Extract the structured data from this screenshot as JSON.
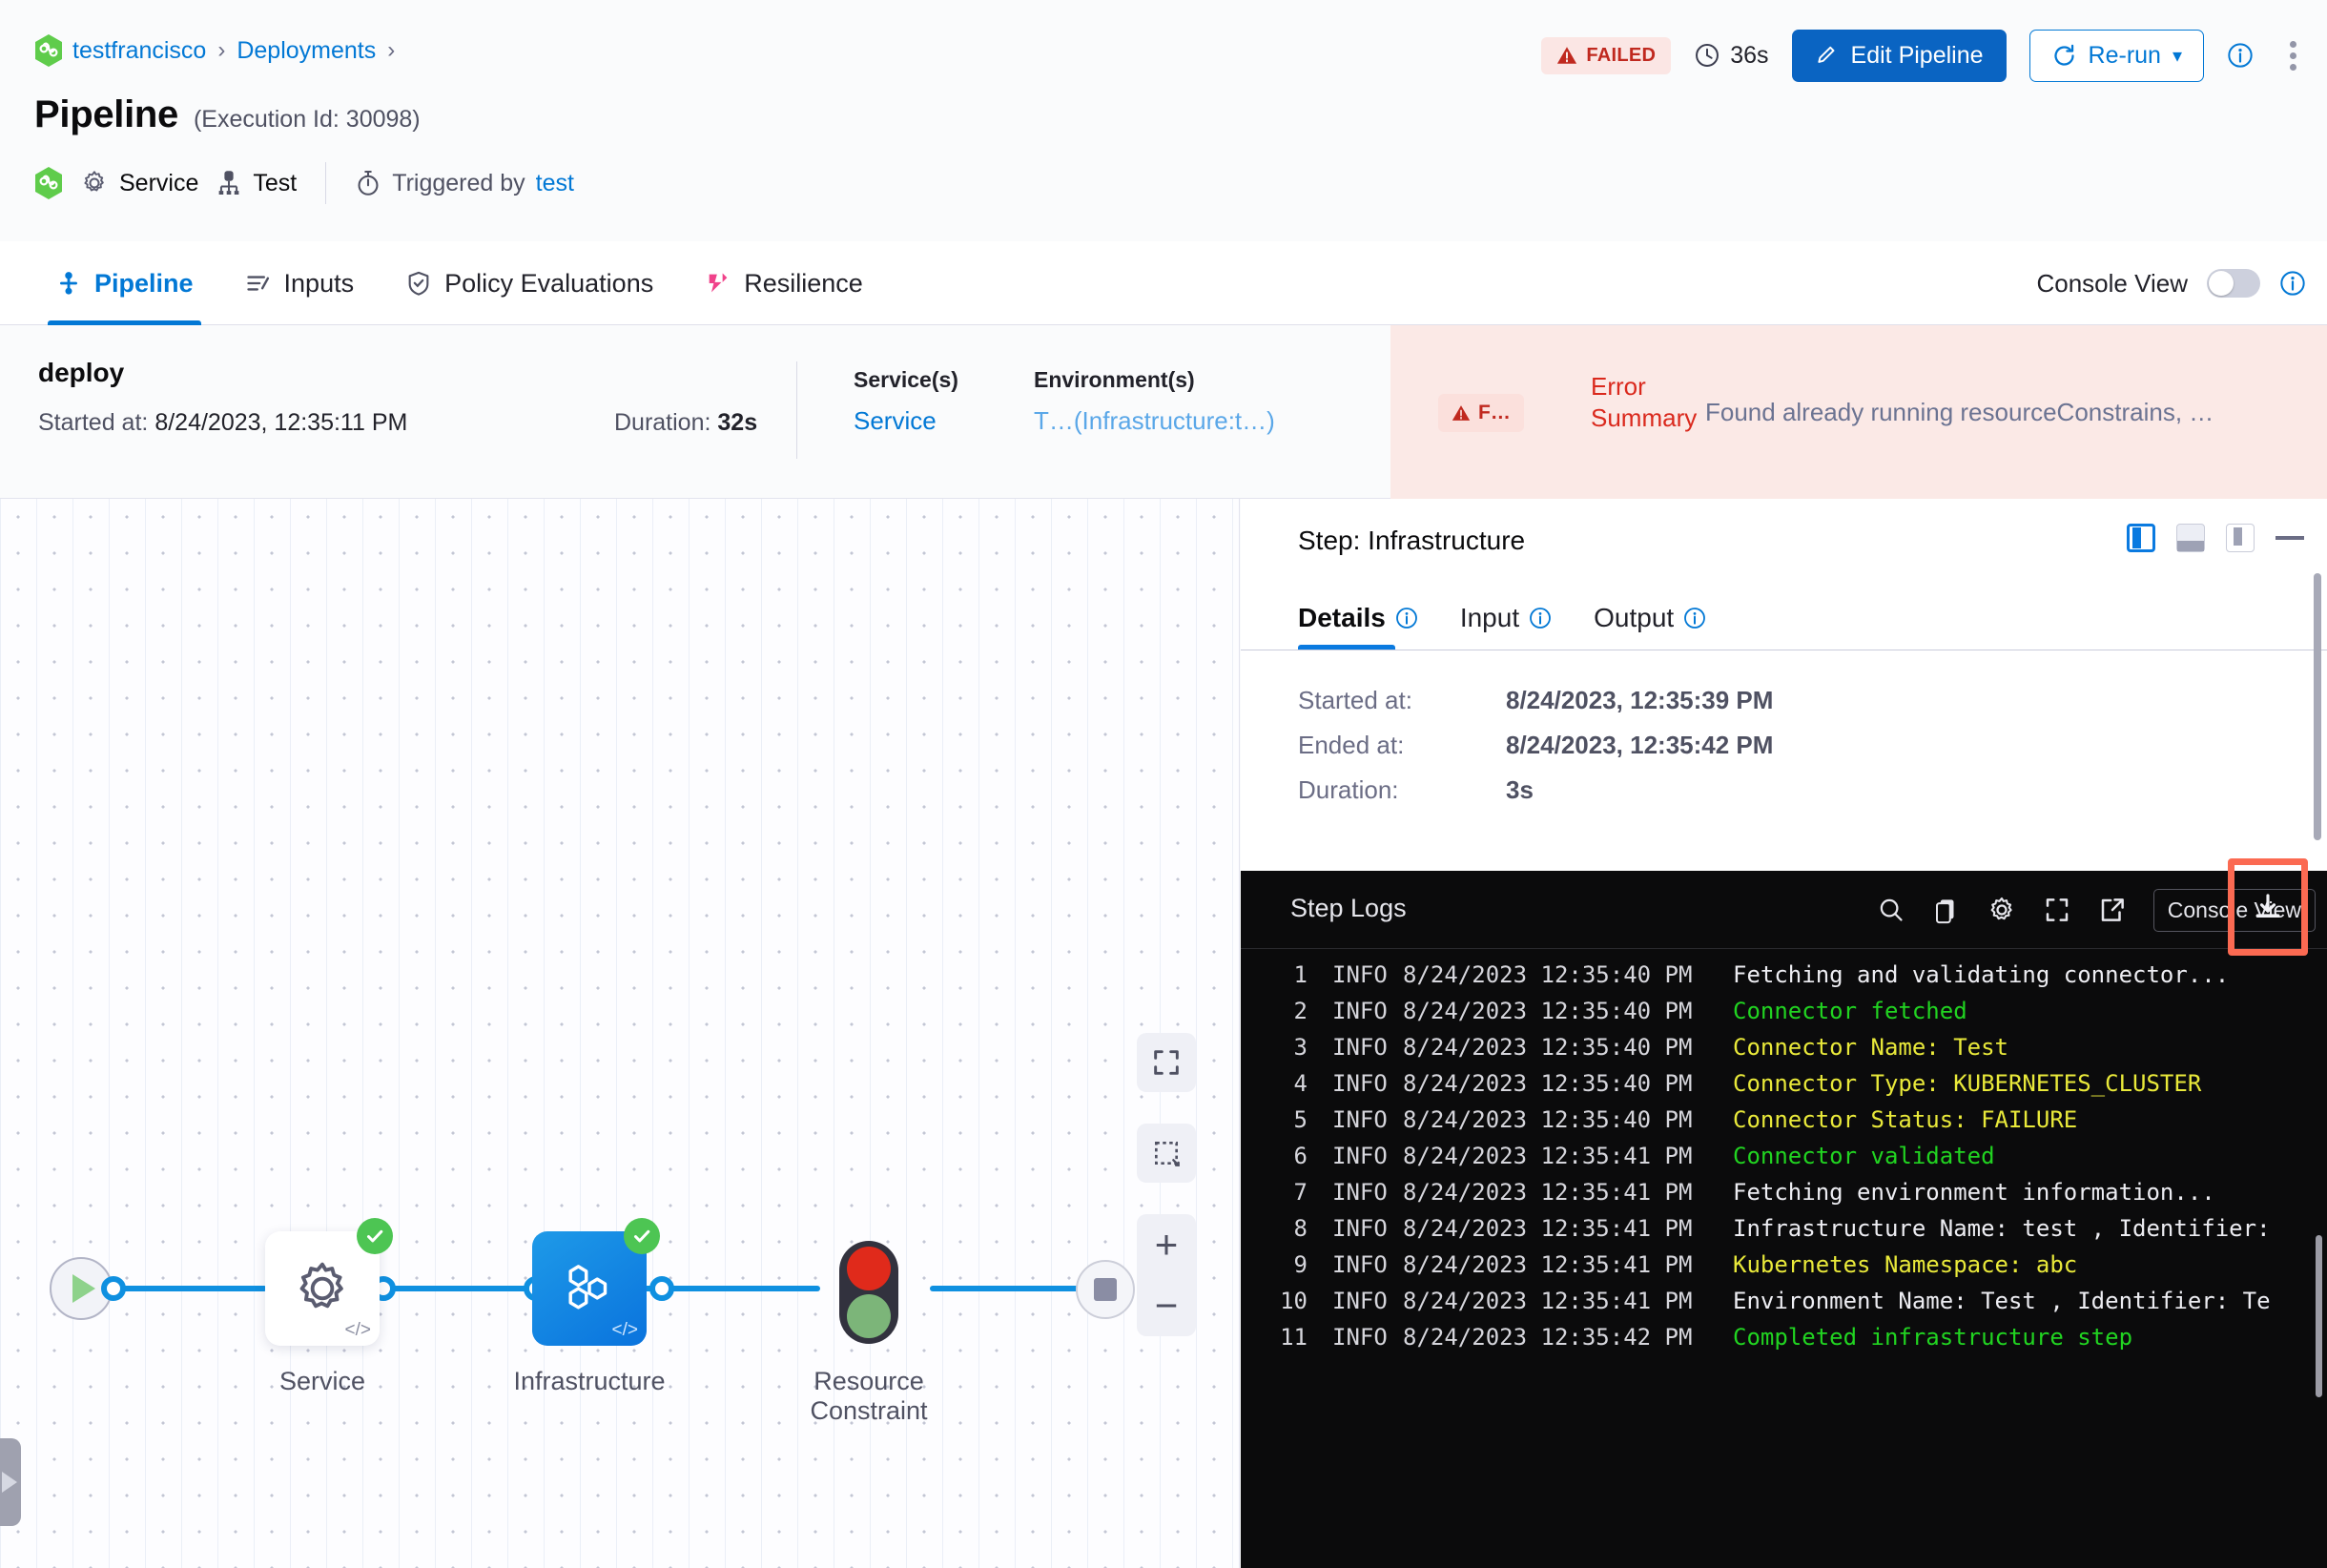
{
  "header": {
    "breadcrumb": {
      "project": "testfrancisco",
      "section": "Deployments",
      "separator": "›",
      "logo_icon": "harness-logo-icon"
    },
    "title": "Pipeline",
    "execution_id_label": "(Execution Id: 30098)",
    "meta": {
      "service_label": "Service",
      "service_icon": "gear-icon",
      "test_label": "Test",
      "test_icon": "infrastructure-icon",
      "triggered_prefix": "Triggered by",
      "triggered_by": "test",
      "trigger_icon": "stopwatch-icon"
    },
    "status_badge": {
      "text": "FAILED",
      "icon": "warning-triangle-icon",
      "color": "#c0291f",
      "bg": "#fbe6e4"
    },
    "duration": {
      "text": "36s",
      "icon": "clock-icon"
    },
    "edit_button": {
      "label": "Edit Pipeline",
      "icon": "pencil-icon",
      "color": "#0a64c2"
    },
    "rerun_button": {
      "label": "Re-run",
      "icon": "refresh-icon",
      "caret": "▾",
      "color": "#0278d5"
    },
    "info_icon": "info-icon",
    "more_icon": "kebab-menu-icon"
  },
  "tabs": [
    {
      "label": "Pipeline",
      "icon": "pipeline-icon",
      "active": true
    },
    {
      "label": "Inputs",
      "icon": "inputs-icon",
      "active": false
    },
    {
      "label": "Policy Evaluations",
      "icon": "shield-check-icon",
      "active": false
    },
    {
      "label": "Resilience",
      "icon": "resilience-icon",
      "active": false
    }
  ],
  "console_view": {
    "label": "Console View",
    "enabled": false,
    "info_icon": "info-icon"
  },
  "stage": {
    "name": "deploy",
    "started_label": "Started at:",
    "started_value": "8/24/2023, 12:35:11 PM",
    "duration_label": "Duration:",
    "duration_value": "32s",
    "services_header": "Service(s)",
    "services_value": "Service",
    "environments_header": "Environment(s)",
    "environments_value": "T…(Infrastructure:t…)"
  },
  "error_summary": {
    "badge": "F…",
    "badge_icon": "warning-triangle-icon",
    "label_line1": "Error",
    "label_line2": "Summary",
    "text": "Found already running resourceConstrains, …",
    "bg": "#fbe9e6"
  },
  "graph": {
    "start_node": {
      "name": "start-node",
      "icon": "play-icon"
    },
    "nodes": [
      {
        "label": "Service",
        "icon": "gear-icon",
        "status": "success",
        "style": "white",
        "code_badge": "</>"
      },
      {
        "label": "Infrastructure",
        "icon": "hexagons-icon",
        "status": "success",
        "style": "blue",
        "selected": true,
        "code_badge": "</>"
      },
      {
        "label": "Resource\nConstraint",
        "icon": "traffic-light-icon",
        "status": "none",
        "style": "light"
      }
    ],
    "resource_constraint_label_line1": "Resource",
    "resource_constraint_label_line2": "Constraint",
    "end_node": {
      "name": "end-node",
      "icon": "stop-square-icon"
    },
    "controls": {
      "fullscreen_icon": "fullscreen-icon",
      "select_area_icon": "marquee-select-icon",
      "zoom_in": "+",
      "zoom_out": "−"
    },
    "left_peek_icon": "chevron-right-icon"
  },
  "step_panel": {
    "title": "Step: Infrastructure",
    "view_icons": [
      "split-right-view-icon",
      "split-bottom-view-icon",
      "full-view-icon"
    ],
    "minimize_icon": "minimize-icon",
    "tabs": [
      {
        "label": "Details",
        "info_icon": "info-icon",
        "active": true
      },
      {
        "label": "Input",
        "info_icon": "info-icon",
        "active": false
      },
      {
        "label": "Output",
        "info_icon": "info-icon",
        "active": false
      }
    ],
    "details": [
      {
        "label": "Started at:",
        "value": "8/24/2023, 12:35:39 PM"
      },
      {
        "label": "Ended at:",
        "value": "8/24/2023, 12:35:42 PM"
      },
      {
        "label": "Duration:",
        "value": "3s"
      }
    ]
  },
  "logs": {
    "title": "Step Logs",
    "tools": [
      {
        "name": "search-icon"
      },
      {
        "name": "copy-icon"
      },
      {
        "name": "gear-icon"
      },
      {
        "name": "expand-icon"
      },
      {
        "name": "open-external-icon"
      }
    ],
    "console_view_button": "Console View",
    "download_icon": "download-icon",
    "download_highlighted": true,
    "highlight_color": "#fb6a52",
    "level": "INFO",
    "lines": [
      {
        "n": "1",
        "level": "INFO",
        "ts": "8/24/2023 12:35:40 PM",
        "msg": "Fetching and validating connector...",
        "color": "white"
      },
      {
        "n": "2",
        "level": "INFO",
        "ts": "8/24/2023 12:35:40 PM",
        "msg": "Connector fetched",
        "color": "green"
      },
      {
        "n": "3",
        "level": "INFO",
        "ts": "8/24/2023 12:35:40 PM",
        "msg": "Connector Name: Test",
        "color": "yellow"
      },
      {
        "n": "4",
        "level": "INFO",
        "ts": "8/24/2023 12:35:40 PM",
        "msg": "Connector Type: KUBERNETES_CLUSTER",
        "color": "yellow"
      },
      {
        "n": "5",
        "level": "INFO",
        "ts": "8/24/2023 12:35:40 PM",
        "msg": "Connector Status: FAILURE",
        "color": "yellow"
      },
      {
        "n": "6",
        "level": "INFO",
        "ts": "8/24/2023 12:35:41 PM",
        "msg": "Connector validated",
        "color": "green"
      },
      {
        "n": "7",
        "level": "INFO",
        "ts": "8/24/2023 12:35:41 PM",
        "msg": "Fetching environment information...",
        "color": "white"
      },
      {
        "n": "8",
        "level": "INFO",
        "ts": "8/24/2023 12:35:41 PM",
        "msg": "Infrastructure Name: test , Identifier:",
        "color": "white"
      },
      {
        "n": "9",
        "level": "INFO",
        "ts": "8/24/2023 12:35:41 PM",
        "msg": "Kubernetes Namespace: abc",
        "color": "yellow"
      },
      {
        "n": "10",
        "level": "INFO",
        "ts": "8/24/2023 12:35:41 PM",
        "msg": "Environment Name: Test , Identifier: Te",
        "color": "white"
      },
      {
        "n": "11",
        "level": "INFO",
        "ts": "8/24/2023 12:35:42 PM",
        "msg": "Completed infrastructure step",
        "color": "green"
      }
    ]
  }
}
